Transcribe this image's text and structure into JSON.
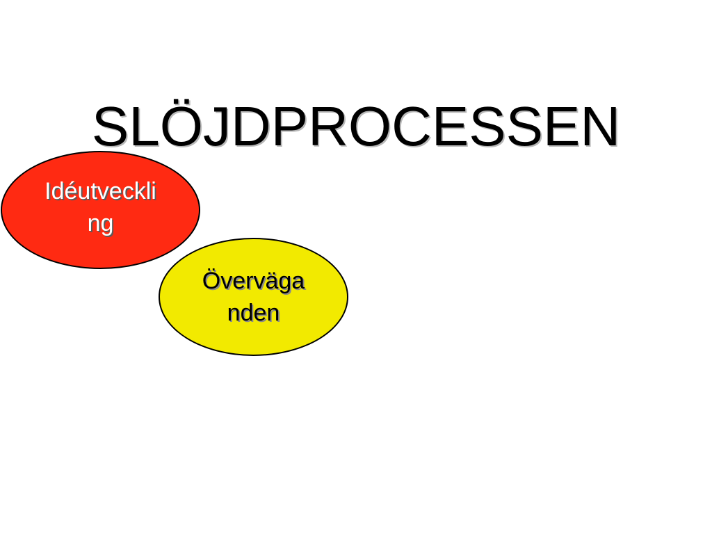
{
  "slide": {
    "title": "SLÖJDPROCESSEN",
    "steps": [
      {
        "label": "Idéutveckli\nng",
        "color": "#ff2a12",
        "text_color": "#ffffff"
      },
      {
        "label": "Överväga\nnden",
        "color": "#f2ea00",
        "text_color": "#000000"
      }
    ]
  }
}
